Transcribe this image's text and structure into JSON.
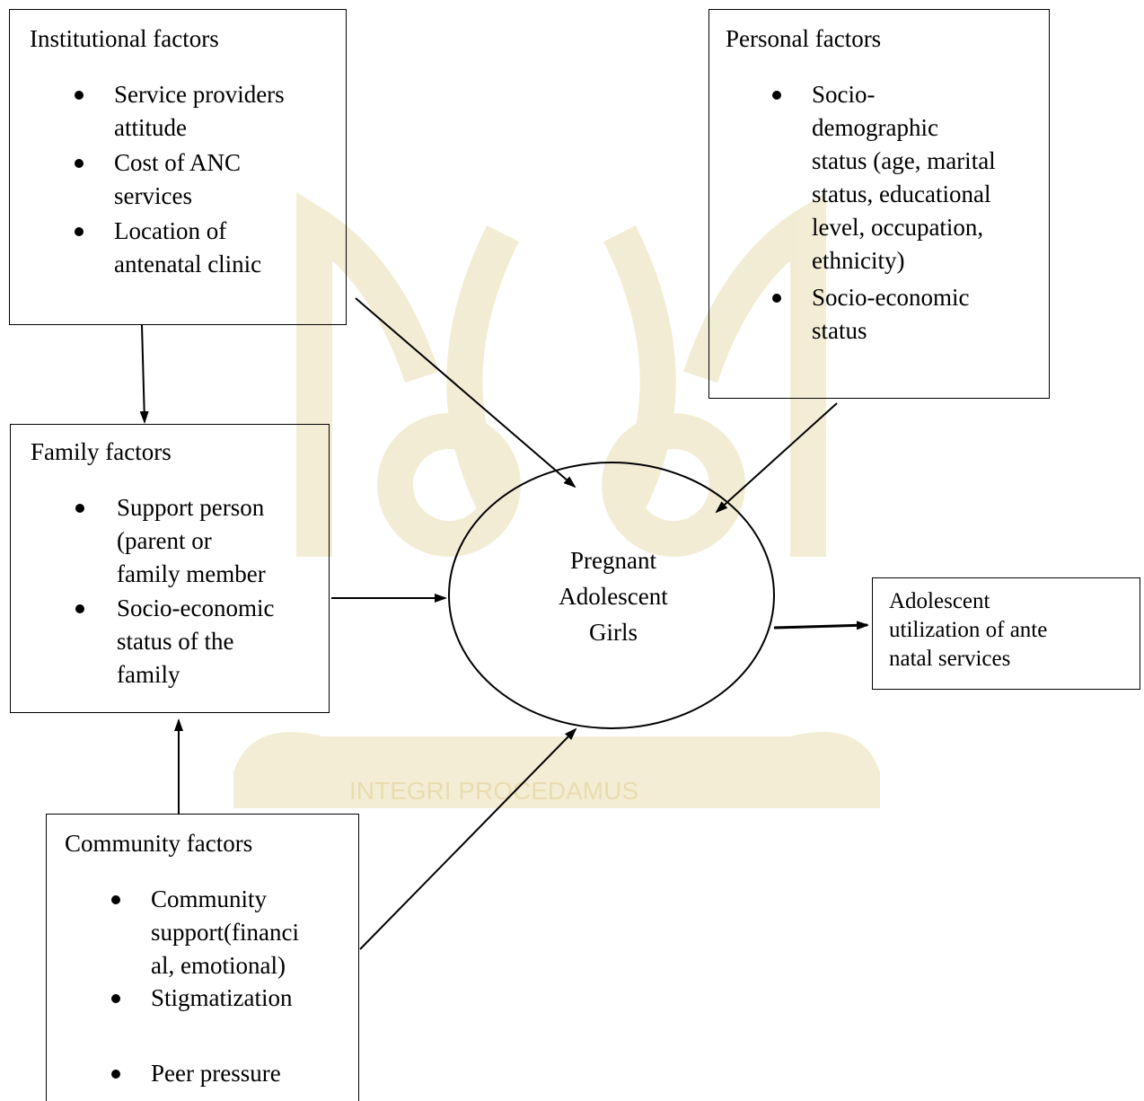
{
  "institutional": {
    "title": "Institutional factors",
    "items": [
      {
        "lines": [
          "Service providers",
          "attitude"
        ]
      },
      {
        "lines": [
          "Cost of ANC",
          "services"
        ]
      },
      {
        "lines": [
          "Location of",
          "antenatal clinic"
        ]
      }
    ]
  },
  "personal": {
    "title": "Personal factors",
    "items": [
      {
        "lines": [
          "Socio-",
          "demographic",
          "status (age, marital",
          "status, educational",
          "level, occupation,",
          "ethnicity)"
        ]
      },
      {
        "lines": [
          "Socio-economic",
          "status"
        ]
      }
    ]
  },
  "family": {
    "title": "Family factors",
    "items": [
      {
        "lines": [
          "Support person",
          "(parent or",
          "family member"
        ]
      },
      {
        "lines": [
          "Socio-economic",
          "status of the",
          "family"
        ]
      }
    ]
  },
  "community": {
    "title": "Community factors",
    "items": [
      {
        "lines": [
          "Community",
          "support(financi",
          "al, emotional)"
        ]
      },
      {
        "lines": [
          "Stigmatization"
        ]
      },
      {
        "lines": [
          "Peer pressure"
        ]
      }
    ]
  },
  "center": {
    "lines": [
      "Pregnant",
      "Adolescent",
      "Girls"
    ]
  },
  "outcome": {
    "lines": [
      "Adolescent",
      "utilization of ante",
      "natal services"
    ]
  },
  "watermark": {
    "motto": "INTEGRI PROCEDAMUS",
    "color": "#e8dcb0"
  }
}
